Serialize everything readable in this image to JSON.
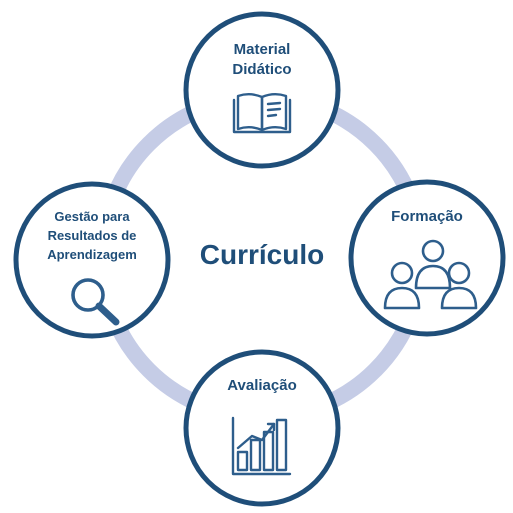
{
  "center": {
    "title": "Currículo"
  },
  "nodes": {
    "material": {
      "line1": "Material",
      "line2": "Didático",
      "icon": "book-icon"
    },
    "formacao": {
      "label": "Formação",
      "icon": "people-group-icon"
    },
    "avaliacao": {
      "label": "Avaliação",
      "icon": "bar-chart-icon"
    },
    "gestao": {
      "line1": "Gestão para",
      "line2": "Resultados de",
      "line3": "Aprendizagem",
      "icon": "magnifier-icon"
    }
  },
  "colors": {
    "ring": "#c5cce6",
    "node_border": "#1f4e79",
    "text": "#1f4e79",
    "icon": "#2e5e8c"
  }
}
